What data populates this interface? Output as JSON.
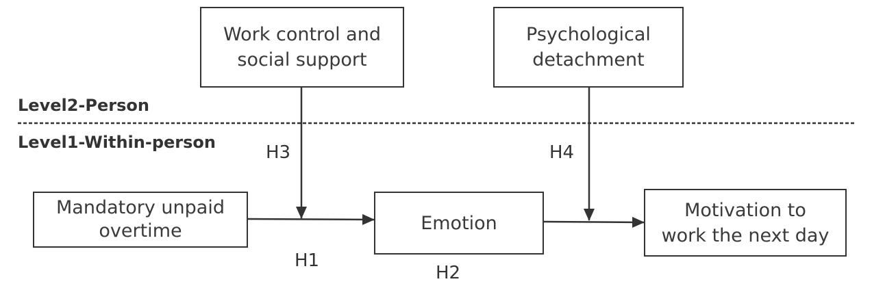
{
  "levels": {
    "level2": "Level2-Person",
    "level1": "Level1-Within-person"
  },
  "boxes": {
    "work_control": [
      "Work control and",
      "social support"
    ],
    "psych_detachment": [
      "Psychological",
      "detachment"
    ],
    "mandatory_overtime": [
      "Mandatory unpaid",
      "overtime"
    ],
    "emotion": [
      "Emotion"
    ],
    "motivation": [
      "Motivation to",
      "work the next day"
    ]
  },
  "hypotheses": {
    "h1": "H1",
    "h2": "H2",
    "h3": "H3",
    "h4": "H4"
  },
  "colors": {
    "line": "#333333",
    "text": "#3a3a3a"
  }
}
